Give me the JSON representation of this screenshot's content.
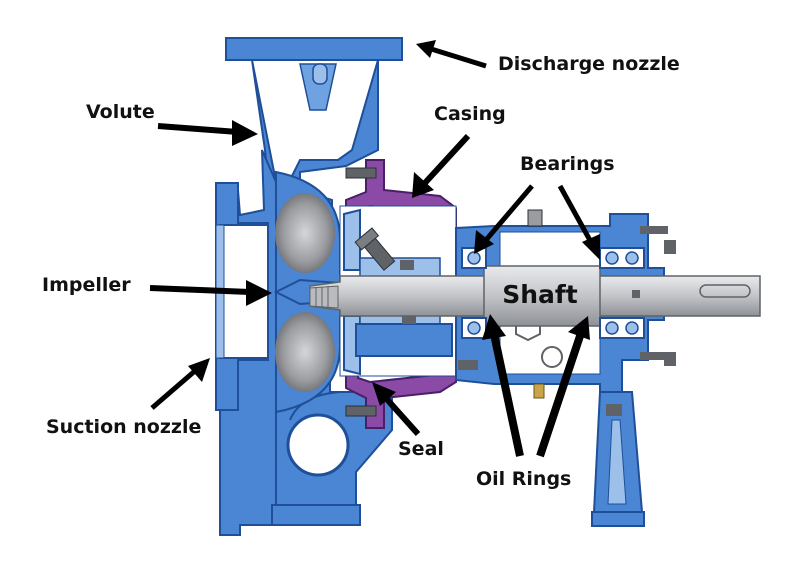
{
  "labels": {
    "discharge_nozzle": "Discharge nozzle",
    "volute": "Volute",
    "casing": "Casing",
    "bearings": "Bearings",
    "impeller": "Impeller",
    "shaft": "Shaft",
    "suction_nozzle": "Suction nozzle",
    "seal": "Seal",
    "oil_rings": "Oil Rings"
  },
  "colors": {
    "blue_body": "#4a86d4",
    "blue_light": "#9cc0ea",
    "blue_dark": "#1f4f98",
    "purple": "#8a4aa6",
    "shaft_gray": "#c7c9cc",
    "impeller_gray": "#8f9196",
    "arrow": "#000000"
  }
}
